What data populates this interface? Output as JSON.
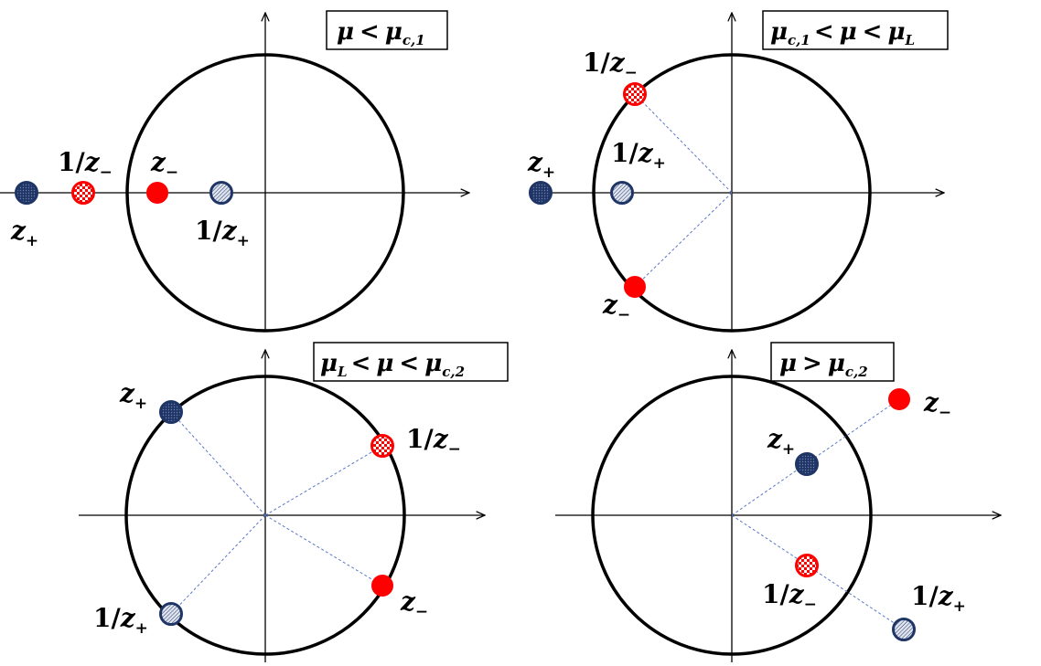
{
  "colors": {
    "z_plus": "#1f3566",
    "z_minus": "#ff0000",
    "ring": "#1f3566",
    "ray": "#5a78c8"
  },
  "panels": [
    {
      "id": "tl",
      "condition": {
        "lhs": "μ",
        "op": "<",
        "rhs": "μ",
        "rhs_sub": "c,1"
      }
    },
    {
      "id": "tr",
      "condition": {
        "lhs": "μ",
        "lhs_sub": "c,1",
        "op1": "<",
        "mid": "μ",
        "op2": "<",
        "rhs": "μ",
        "rhs_sub": "L"
      }
    },
    {
      "id": "bl",
      "condition": {
        "lhs": "μ",
        "lhs_sub": "L",
        "op1": "<",
        "mid": "μ",
        "op2": "<",
        "rhs": "μ",
        "rhs_sub": "c,2"
      }
    },
    {
      "id": "br",
      "condition": {
        "lhs": "μ",
        "op": ">",
        "rhs": "μ",
        "rhs_sub": "c,2"
      }
    }
  ],
  "labels": {
    "z_plus": {
      "var": "z",
      "sub": "+"
    },
    "z_minus": {
      "var": "z",
      "sub": "−"
    },
    "inv_z_plus": {
      "one": "1/",
      "var": "z",
      "sub": "+"
    },
    "inv_z_minus": {
      "one": "1/",
      "var": "z",
      "sub": "−"
    }
  }
}
